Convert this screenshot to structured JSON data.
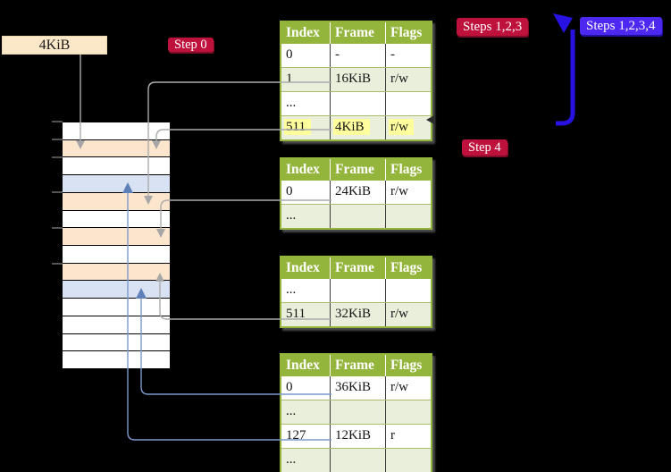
{
  "page_size_label": "4KiB",
  "badges": {
    "step0": "Step 0",
    "steps123": "Steps 1,2,3",
    "steps1234": "Steps 1,2,3,4",
    "step4": "Step 4"
  },
  "colors": {
    "badge_red": "#BE123C",
    "badge_blue": "#4D28F0",
    "big_arrow_blue": "#2712E2",
    "table_header_green": "#94B53C",
    "table_row_shade": "#E9EFDB",
    "highlight_yellow": "#FFFF9E",
    "memory_frame_peach": "#FCE5CD",
    "memory_frame_blue": "#D9E2F3",
    "connector_gray": "#ACACAC",
    "connector_blue": "#7D99CC"
  },
  "memory": {
    "rows": [
      {
        "color": "white"
      },
      {
        "color": "peach"
      },
      {
        "color": "white"
      },
      {
        "color": "blue"
      },
      {
        "color": "peach"
      },
      {
        "color": "white"
      },
      {
        "color": "peach"
      },
      {
        "color": "white"
      },
      {
        "color": "peach"
      },
      {
        "color": "blue"
      },
      {
        "color": "white"
      },
      {
        "color": "white"
      },
      {
        "color": "white"
      },
      {
        "color": "white"
      }
    ]
  },
  "tables": [
    {
      "headers": [
        "Index",
        "Frame",
        "Flags"
      ],
      "rows": [
        {
          "cells": [
            "0",
            "-",
            "-"
          ]
        },
        {
          "cells": [
            "1",
            "16KiB",
            "r/w"
          ]
        },
        {
          "cells": [
            "...",
            "",
            ""
          ]
        },
        {
          "cells": [
            "511",
            "4KiB",
            "r/w"
          ],
          "highlighted": true
        }
      ]
    },
    {
      "headers": [
        "Index",
        "Frame",
        "Flags"
      ],
      "rows": [
        {
          "cells": [
            "0",
            "24KiB",
            "r/w"
          ]
        },
        {
          "cells": [
            "...",
            "",
            ""
          ]
        }
      ]
    },
    {
      "headers": [
        "Index",
        "Frame",
        "Flags"
      ],
      "rows": [
        {
          "cells": [
            "...",
            "",
            ""
          ]
        },
        {
          "cells": [
            "511",
            "32KiB",
            "r/w"
          ]
        }
      ]
    },
    {
      "headers": [
        "Index",
        "Frame",
        "Flags"
      ],
      "rows": [
        {
          "cells": [
            "0",
            "36KiB",
            "r/w"
          ]
        },
        {
          "cells": [
            "...",
            "",
            ""
          ]
        },
        {
          "cells": [
            "127",
            "12KiB",
            "r"
          ]
        },
        {
          "cells": [
            "...",
            "",
            ""
          ]
        }
      ]
    }
  ]
}
